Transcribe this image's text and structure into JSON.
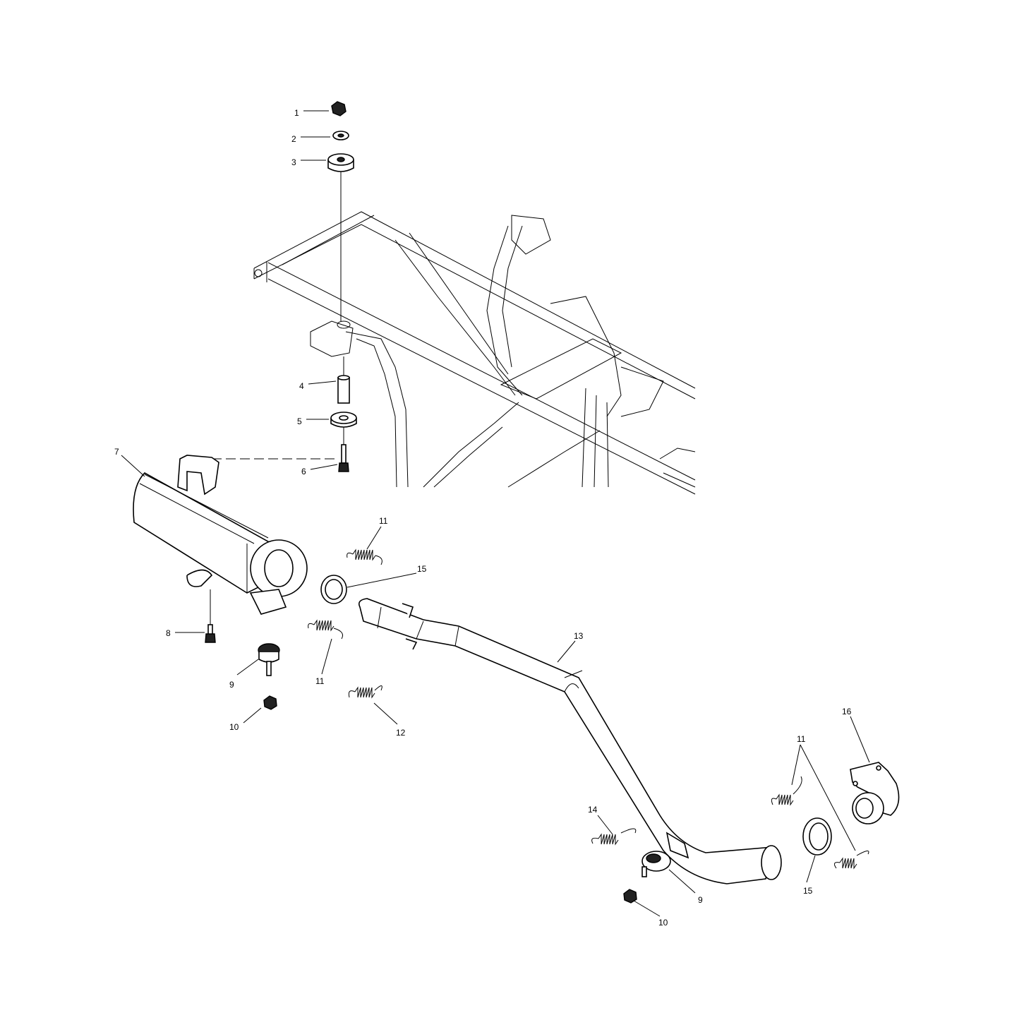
{
  "diagram": {
    "callouts": [
      {
        "id": "c1",
        "text": "1"
      },
      {
        "id": "c2",
        "text": "2"
      },
      {
        "id": "c3",
        "text": "3"
      },
      {
        "id": "c4",
        "text": "4"
      },
      {
        "id": "c5",
        "text": "5"
      },
      {
        "id": "c6",
        "text": "6"
      },
      {
        "id": "c7",
        "text": "7"
      },
      {
        "id": "c8",
        "text": "8"
      },
      {
        "id": "c9a",
        "text": "9"
      },
      {
        "id": "c10a",
        "text": "10"
      },
      {
        "id": "c11a",
        "text": "11"
      },
      {
        "id": "c15a",
        "text": "15"
      },
      {
        "id": "c11b",
        "text": "11"
      },
      {
        "id": "c12",
        "text": "12"
      },
      {
        "id": "c13",
        "text": "13"
      },
      {
        "id": "c16",
        "text": "16"
      },
      {
        "id": "c11c",
        "text": "11"
      },
      {
        "id": "c14",
        "text": "14"
      },
      {
        "id": "c9b",
        "text": "9"
      },
      {
        "id": "c10b",
        "text": "10"
      },
      {
        "id": "c15b",
        "text": "15"
      }
    ]
  }
}
